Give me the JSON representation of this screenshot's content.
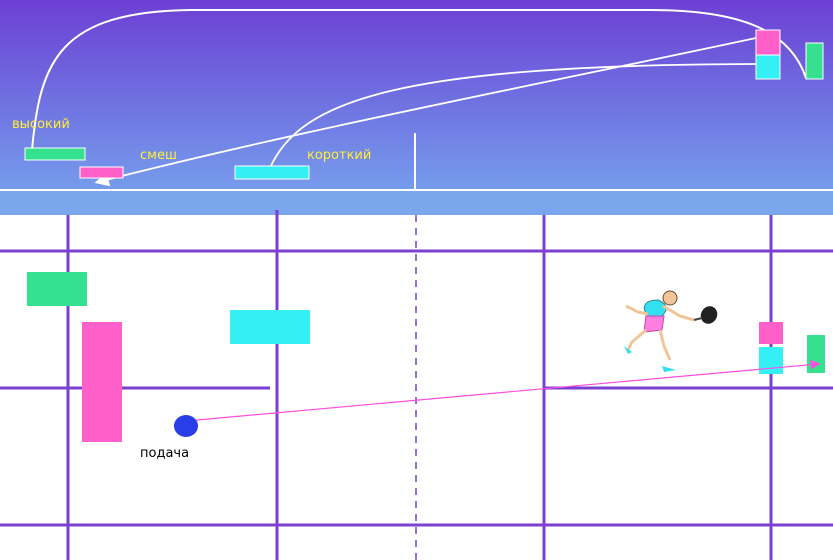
{
  "labels": {
    "high": "высокий",
    "smash": "смеш",
    "short": "короткий",
    "serve": "подача"
  },
  "colors": {
    "sky_top": "#6e3fd4",
    "sky_bottom": "#78a8f0",
    "court_line": "#7b3fd1",
    "green_zone": "#35e08e",
    "pink_zone": "#ff5fc8",
    "cyan_zone": "#34f0f5",
    "shuttle": "#2a3ee8",
    "serve_path": "#ff4fe0",
    "label_text": "#ffef3a"
  },
  "icons": {
    "player": "badminton-player-icon",
    "shuttle": "shuttlecock-icon"
  }
}
